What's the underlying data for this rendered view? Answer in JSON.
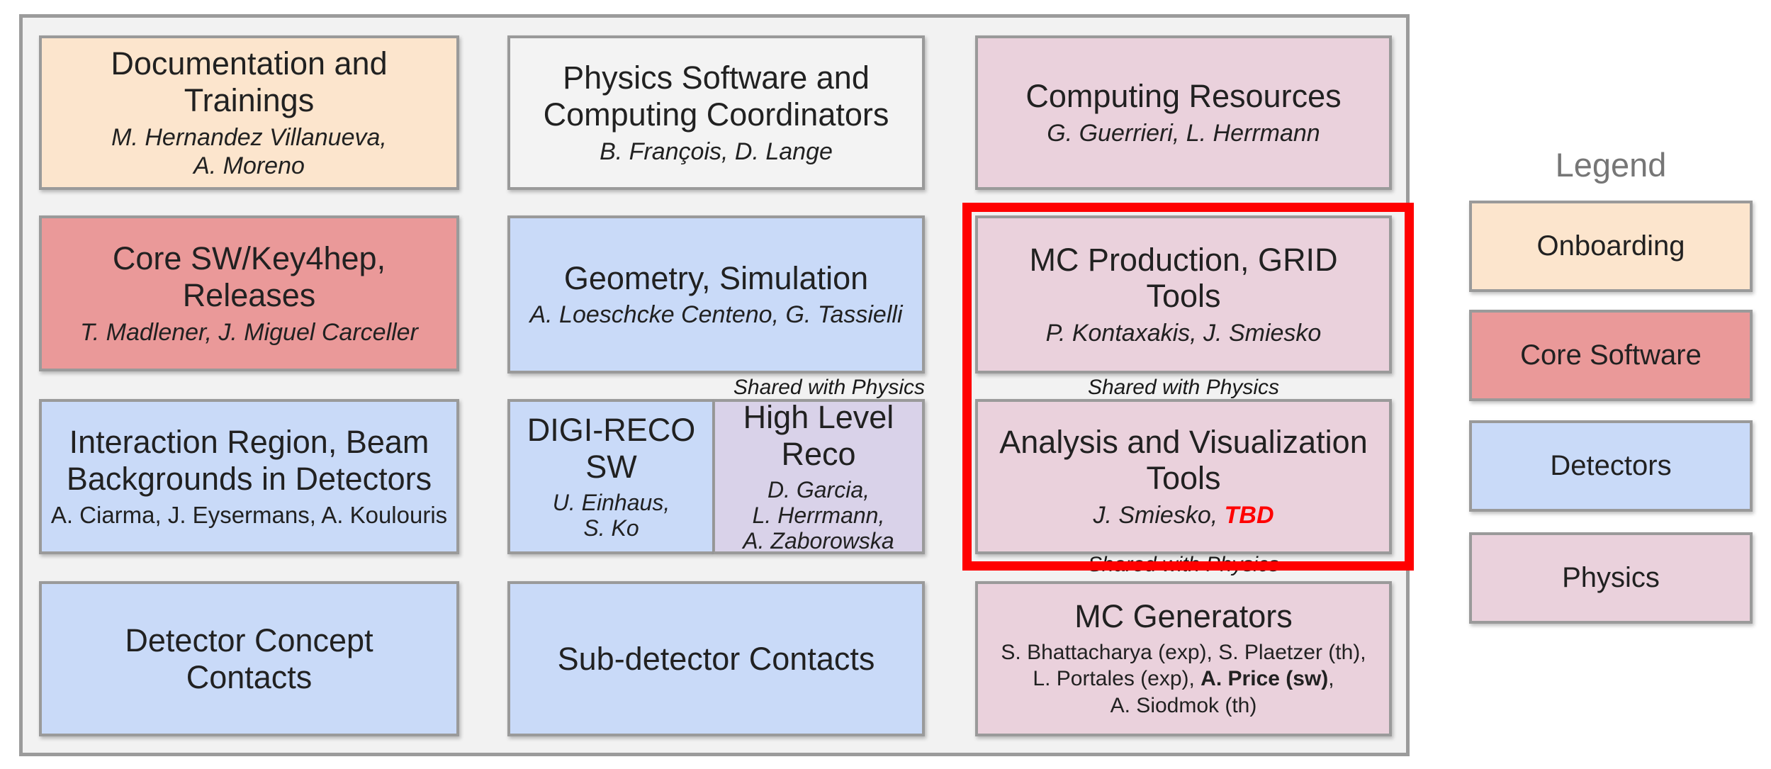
{
  "colors": {
    "onboarding": "#FCE5CD",
    "core_software": "#EA9999",
    "detectors": "#C9DAF8",
    "physics": "#EAD1DC",
    "purple_reco": "#D9D2E9",
    "neutral": "#F3F3F3",
    "panel_bg": "#F2F2F2",
    "border_gray": "#9A9A9A",
    "highlight_red": "#FF0000",
    "tbd_red": "#FF0000",
    "legend_title_gray": "#767676"
  },
  "labels": {
    "shared_with_physics": "Shared with Physics"
  },
  "boxes": {
    "documentation": {
      "title": "Documentation and Trainings",
      "people": [
        "M. Hernandez Villanueva,",
        "A. Moreno"
      ]
    },
    "coordinators": {
      "title": "Physics Software and Computing Coordinators",
      "people": [
        "B. François, D. Lange"
      ]
    },
    "computing_resources": {
      "title": "Computing Resources",
      "people": [
        "G. Guerrieri, L. Herrmann"
      ]
    },
    "core_sw": {
      "title": "Core SW/Key4hep, Releases",
      "people": [
        "T. Madlener, J. Miguel Carceller"
      ]
    },
    "geometry": {
      "title": "Geometry, Simulation",
      "people": [
        "A. Loeschcke Centeno, G. Tassielli"
      ]
    },
    "mc_production": {
      "title": "MC Production, GRID Tools",
      "people": [
        "P. Kontaxakis, J. Smiesko"
      ]
    },
    "interaction": {
      "title": "Interaction Region, Beam Backgrounds in Detectors",
      "people": [
        "A. Ciarma, J. Eysermans, A. Koulouris"
      ]
    },
    "digi_reco": {
      "title": "DIGI-RECO SW",
      "people": [
        "U. Einhaus,",
        "S. Ko"
      ]
    },
    "high_level": {
      "title": "High Level Reco",
      "people": [
        "D. Garcia,",
        "L. Herrmann,",
        "A. Zaborowska"
      ]
    },
    "analysis": {
      "title": "Analysis and Visualization Tools",
      "people_prefix": "J. Smiesko, ",
      "people_tbd": "TBD"
    },
    "detector_concept": {
      "title": "Detector Concept Contacts"
    },
    "subdetector": {
      "title": "Sub-detector Contacts"
    },
    "mc_generators": {
      "title": "MC Generators",
      "line1": "S. Bhattacharya (exp), S. Plaetzer (th),",
      "line2_prefix": "L. Portales (exp), ",
      "line2_bold": "A. Price (sw)",
      "line2_suffix": ",",
      "line3": "A. Siodmok (th)"
    }
  },
  "legend": {
    "title": "Legend",
    "items": [
      {
        "label": "Onboarding",
        "color": "#FCE5CD"
      },
      {
        "label": "Core Software",
        "color": "#EA9999"
      },
      {
        "label": "Detectors",
        "color": "#C9DAF8"
      },
      {
        "label": "Physics",
        "color": "#EAD1DC"
      }
    ]
  }
}
